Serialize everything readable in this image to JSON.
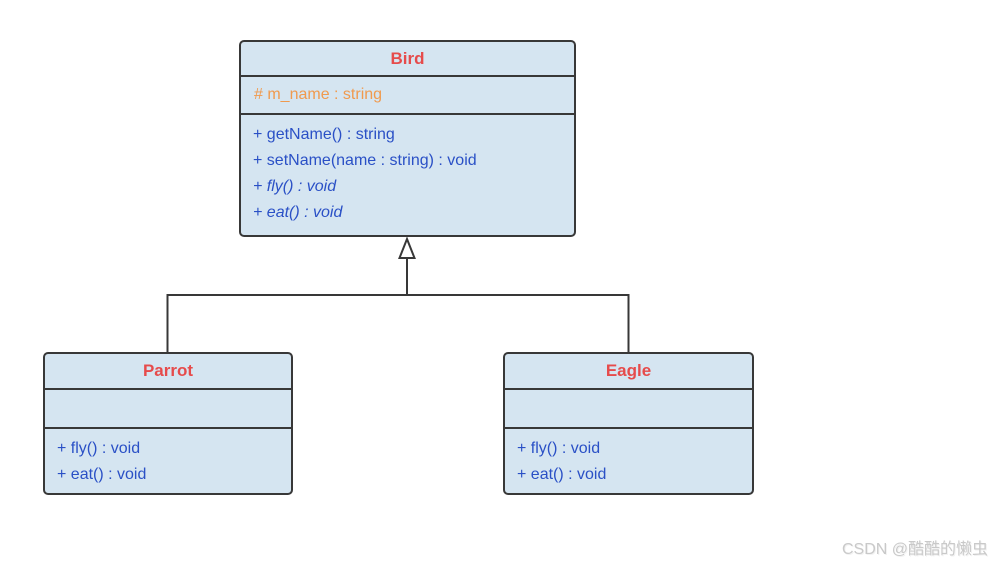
{
  "diagram": {
    "type": "uml-class-diagram",
    "colors": {
      "box_fill": "#d5e5f1",
      "box_border": "#383838",
      "class_name_text": "#e64b4b",
      "attribute_text": "#f09a4e",
      "method_text": "#2a50c6",
      "watermark_text": "#c9c9c9"
    },
    "classes": [
      {
        "name": "Bird",
        "attributes": [
          "# m_name : string"
        ],
        "methods": [
          {
            "text": "+ getName() : string",
            "abstract": false
          },
          {
            "text": "+ setName(name : string) : void",
            "abstract": false
          },
          {
            "text": "+ fly() : void",
            "abstract": true
          },
          {
            "text": "+ eat() : void",
            "abstract": true
          }
        ]
      },
      {
        "name": "Parrot",
        "attributes": [],
        "methods": [
          {
            "text": "+ fly() : void",
            "abstract": false
          },
          {
            "text": "+ eat() : void",
            "abstract": false
          }
        ]
      },
      {
        "name": "Eagle",
        "attributes": [],
        "methods": [
          {
            "text": "+ fly() : void",
            "abstract": false
          },
          {
            "text": "+ eat() : void",
            "abstract": false
          }
        ]
      }
    ],
    "relations": [
      {
        "type": "generalization",
        "from": "Parrot",
        "to": "Bird"
      },
      {
        "type": "generalization",
        "from": "Eagle",
        "to": "Bird"
      }
    ],
    "watermark": "CSDN @酷酷的懒虫"
  }
}
